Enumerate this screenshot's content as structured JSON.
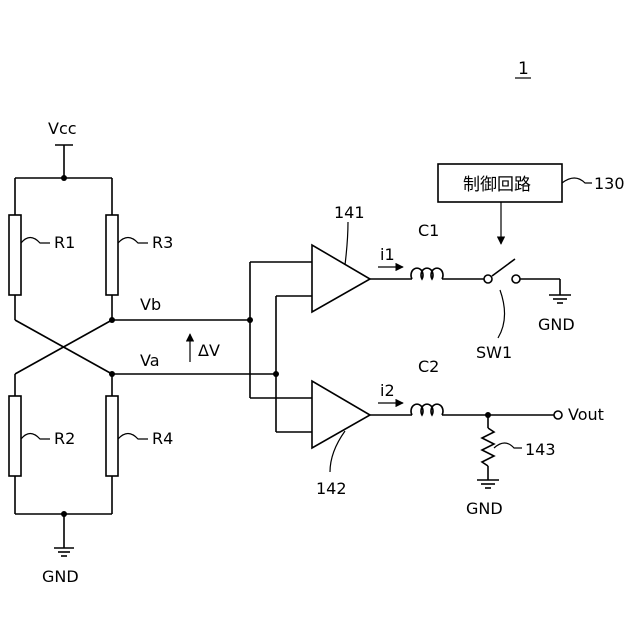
{
  "figure": {
    "ref_numeral": "1"
  },
  "supply": {
    "vcc": "Vcc"
  },
  "ground": {
    "bridge": "GND",
    "switch": "GND",
    "output": "GND"
  },
  "resistors": {
    "r1": "R1",
    "r2": "R2",
    "r3": "R3",
    "r4": "R4",
    "r143": "143"
  },
  "nodes": {
    "vb": "Vb",
    "va": "Va",
    "delta_v": "ΔV"
  },
  "amps": {
    "a141": "141",
    "a142": "142"
  },
  "currents": {
    "i1": "i1",
    "i2": "i2"
  },
  "coils": {
    "c1": "C1",
    "c2": "C2"
  },
  "control": {
    "box_label": "制御回路",
    "ref": "130"
  },
  "switch": {
    "label": "SW1"
  },
  "output": {
    "label": "Vout"
  }
}
